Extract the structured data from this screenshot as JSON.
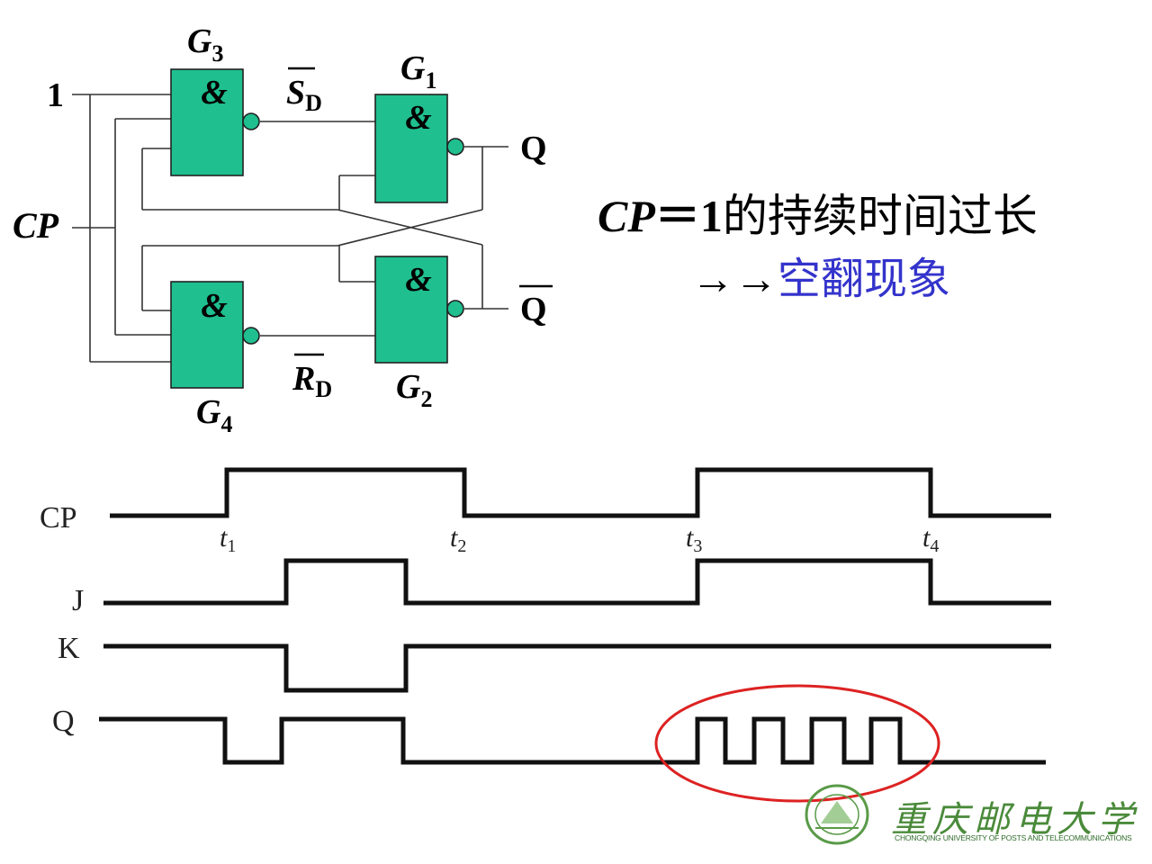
{
  "circuit": {
    "input_one": "1",
    "input_cp": "CP",
    "gate_symbol": "&",
    "gates": [
      {
        "letter": "G",
        "sub": "3"
      },
      {
        "letter": "G",
        "sub": "1"
      },
      {
        "letter": "G",
        "sub": "4"
      },
      {
        "letter": "G",
        "sub": "2"
      }
    ],
    "sd": {
      "letter": "S",
      "sub": "D"
    },
    "rd": {
      "letter": "R",
      "sub": "D"
    },
    "q": "Q",
    "qbar": "Q"
  },
  "statement": {
    "cp_eq": "CP",
    "eq_one": "＝1",
    "rest": "的持续时间过长",
    "arrows": "→→",
    "phenomenon": "空翻现象"
  },
  "timing": {
    "signals": [
      "CP",
      "J",
      "K",
      "Q"
    ],
    "t_labels": [
      {
        "t": "t",
        "sub": "1"
      },
      {
        "t": "t",
        "sub": "2"
      },
      {
        "t": "t",
        "sub": "3"
      },
      {
        "t": "t",
        "sub": "4"
      }
    ]
  },
  "logo": {
    "name": "重庆邮电大学",
    "english": "CHONGQING UNIVERSITY OF POSTS AND TELECOMMUNICATIONS"
  },
  "colors": {
    "gate_fill": "#1fbf8f",
    "highlight_ellipse": "#dd2222",
    "phenomenon_text": "#3333cc",
    "logo_green": "#4a8a3a"
  }
}
